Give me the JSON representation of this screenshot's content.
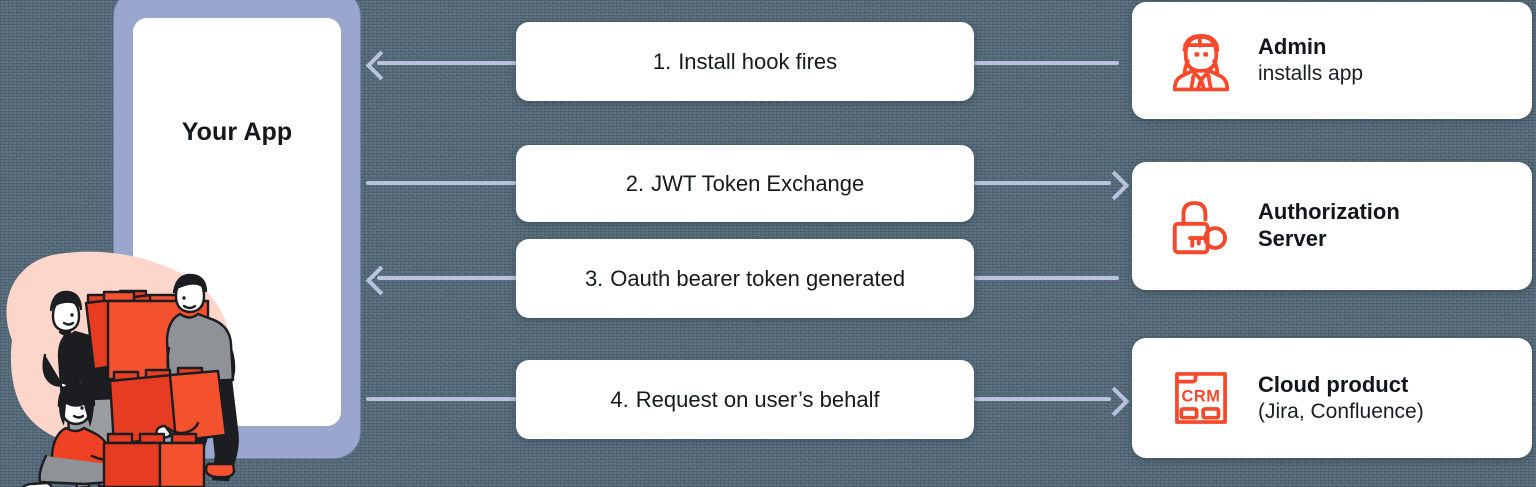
{
  "app": {
    "title": "Your App",
    "frame_color": "#9aa6cd",
    "screen_color": "#ffffff"
  },
  "canvas": {
    "background_color": "#5c7280",
    "connector_color": "#b9c2de",
    "accent_color": "#f6492c"
  },
  "illustration": {
    "name": "people-stacking-blocks-illustration",
    "blob_color": "#fcd5cb",
    "brick_color": "#ef4123",
    "figures": 3
  },
  "steps": [
    {
      "num": "1.",
      "text": "Install hook fires",
      "direction": "left"
    },
    {
      "num": "2.",
      "text": "JWT Token Exchange",
      "direction": "right"
    },
    {
      "num": "3.",
      "text": "Oauth bearer token generated",
      "direction": "left"
    },
    {
      "num": "4.",
      "text": "Request on user’s behalf",
      "direction": "right"
    }
  ],
  "actors": [
    {
      "icon": "admin-person-icon",
      "title": "Admin",
      "subtitle": "installs app"
    },
    {
      "icon": "open-padlock-icon",
      "title": "Authorization",
      "subtitle": "Server"
    },
    {
      "icon": "crm-document-icon",
      "title": "Cloud product",
      "subtitle": "(Jira, Confluence)"
    }
  ]
}
